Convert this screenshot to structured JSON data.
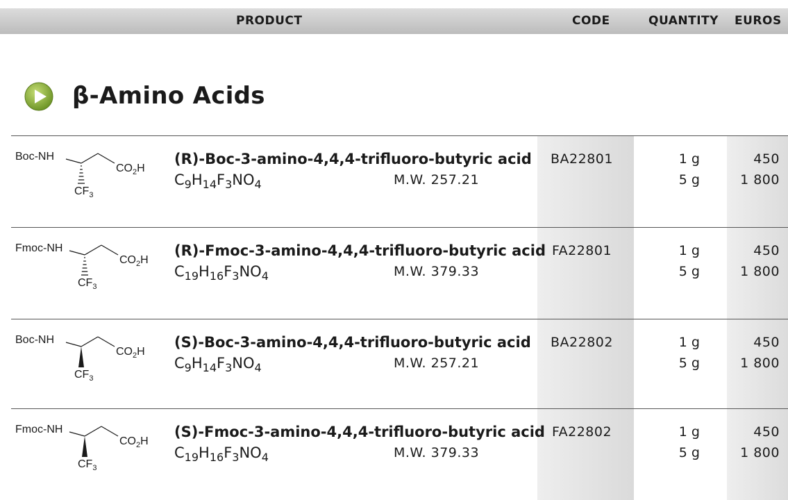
{
  "header": {
    "product": "PRODUCT",
    "code": "CODE",
    "quantity": "QUANTITY",
    "euros": "EUROS"
  },
  "section": {
    "title": "β-Amino Acids",
    "icon": "play-circle-icon",
    "accent_color": "#8bb33a"
  },
  "products": [
    {
      "protecting_group": "Boc-NH",
      "acid_group": "CO",
      "acid_sub": "2",
      "acid_tail": "H",
      "side_group": "CF",
      "side_sub": "3",
      "stereo": "hashed",
      "name": "(R)-Boc-3-amino-4,4,4-trifluoro-butyric acid",
      "formula": [
        {
          "el": "C",
          "n": "9"
        },
        {
          "el": "H",
          "n": "14"
        },
        {
          "el": "F",
          "n": "3"
        },
        {
          "el": "NO",
          "n": "4"
        }
      ],
      "mw": "M.W. 257.21",
      "code": "BA22801",
      "q1": "1 g",
      "q2": "5 g",
      "p1": "450",
      "p2": "1 800"
    },
    {
      "protecting_group": "Fmoc-NH",
      "acid_group": "CO",
      "acid_sub": "2",
      "acid_tail": "H",
      "side_group": "CF",
      "side_sub": "3",
      "stereo": "hashed",
      "name": "(R)-Fmoc-3-amino-4,4,4-trifluoro-butyric acid",
      "formula": [
        {
          "el": "C",
          "n": "19"
        },
        {
          "el": "H",
          "n": "16"
        },
        {
          "el": "F",
          "n": "3"
        },
        {
          "el": "NO",
          "n": "4"
        }
      ],
      "mw": "M.W. 379.33",
      "code": "FA22801",
      "q1": "1 g",
      "q2": "5 g",
      "p1": "450",
      "p2": "1 800"
    },
    {
      "protecting_group": "Boc-NH",
      "acid_group": "CO",
      "acid_sub": "2",
      "acid_tail": "H",
      "side_group": "CF",
      "side_sub": "3",
      "stereo": "wedge",
      "name": "(S)-Boc-3-amino-4,4,4-trifluoro-butyric acid",
      "formula": [
        {
          "el": "C",
          "n": "9"
        },
        {
          "el": "H",
          "n": "14"
        },
        {
          "el": "F",
          "n": "3"
        },
        {
          "el": "NO",
          "n": "4"
        }
      ],
      "mw": "M.W. 257.21",
      "code": "BA22802",
      "q1": "1 g",
      "q2": "5 g",
      "p1": "450",
      "p2": "1 800"
    },
    {
      "protecting_group": "Fmoc-NH",
      "acid_group": "CO",
      "acid_sub": "2",
      "acid_tail": "H",
      "side_group": "CF",
      "side_sub": "3",
      "stereo": "wedge",
      "name": "(S)-Fmoc-3-amino-4,4,4-trifluoro-butyric acid",
      "formula": [
        {
          "el": "C",
          "n": "19"
        },
        {
          "el": "H",
          "n": "16"
        },
        {
          "el": "F",
          "n": "3"
        },
        {
          "el": "NO",
          "n": "4"
        }
      ],
      "mw": "M.W. 379.33",
      "code": "FA22802",
      "q1": "1 g",
      "q2": "5 g",
      "p1": "450",
      "p2": "1 800"
    }
  ]
}
